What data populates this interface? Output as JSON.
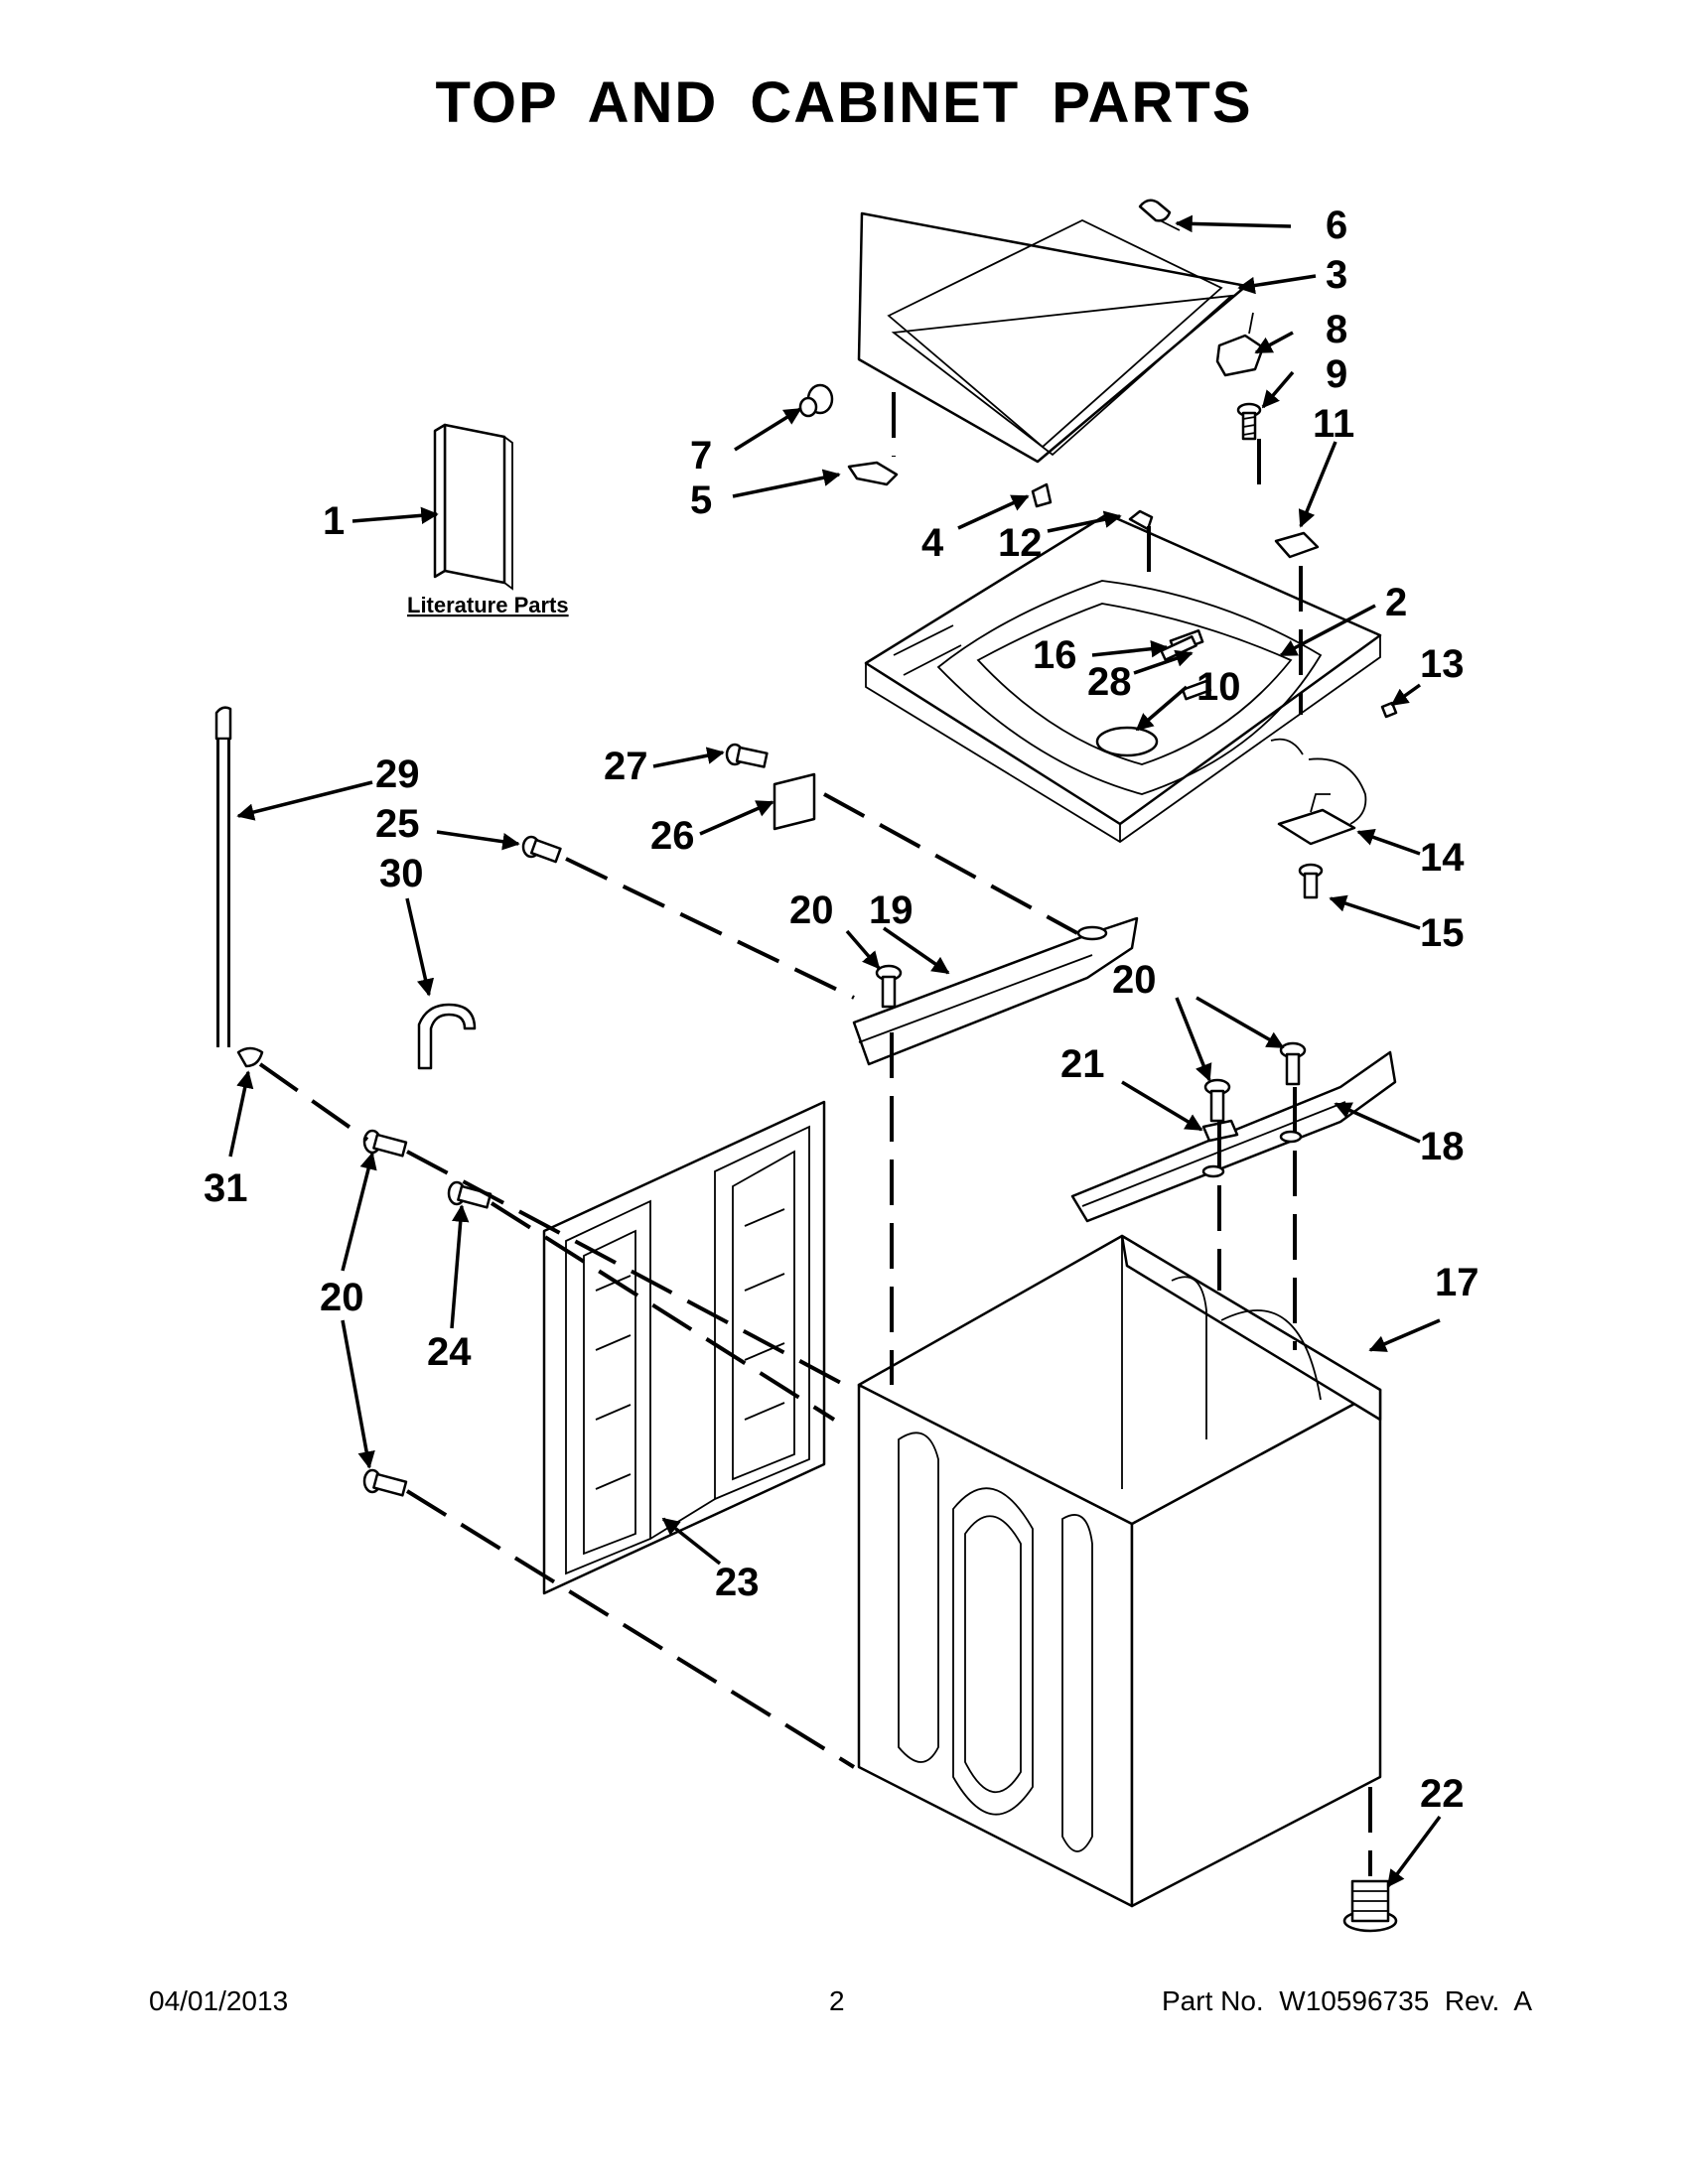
{
  "title": "TOP AND CABINET PARTS",
  "literature_label": "Literature Parts",
  "footer": {
    "date": "04/01/2013",
    "page": "2",
    "part_no": "Part No.  W10596735  Rev.  A"
  },
  "callouts": {
    "c1": "1",
    "c2": "2",
    "c3": "3",
    "c4": "4",
    "c5": "5",
    "c6": "6",
    "c7": "7",
    "c8": "8",
    "c9": "9",
    "c10": "10",
    "c11": "11",
    "c12": "12",
    "c13": "13",
    "c14": "14",
    "c15": "15",
    "c16": "16",
    "c17": "17",
    "c18": "18",
    "c19": "19",
    "c20": "20",
    "c21": "21",
    "c22": "22",
    "c23": "23",
    "c24": "24",
    "c25": "25",
    "c26": "26",
    "c27": "27",
    "c28": "28",
    "c29": "29",
    "c30": "30",
    "c31": "31"
  }
}
